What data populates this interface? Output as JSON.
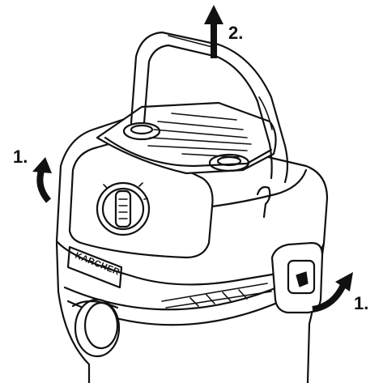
{
  "labels": {
    "step_handle": "2.",
    "step_left_latch": "1.",
    "step_right_latch": "1."
  },
  "brand": "KARCHER",
  "colors": {
    "line": "#111111",
    "fill": "#ffffff",
    "arrow": "#111111"
  }
}
